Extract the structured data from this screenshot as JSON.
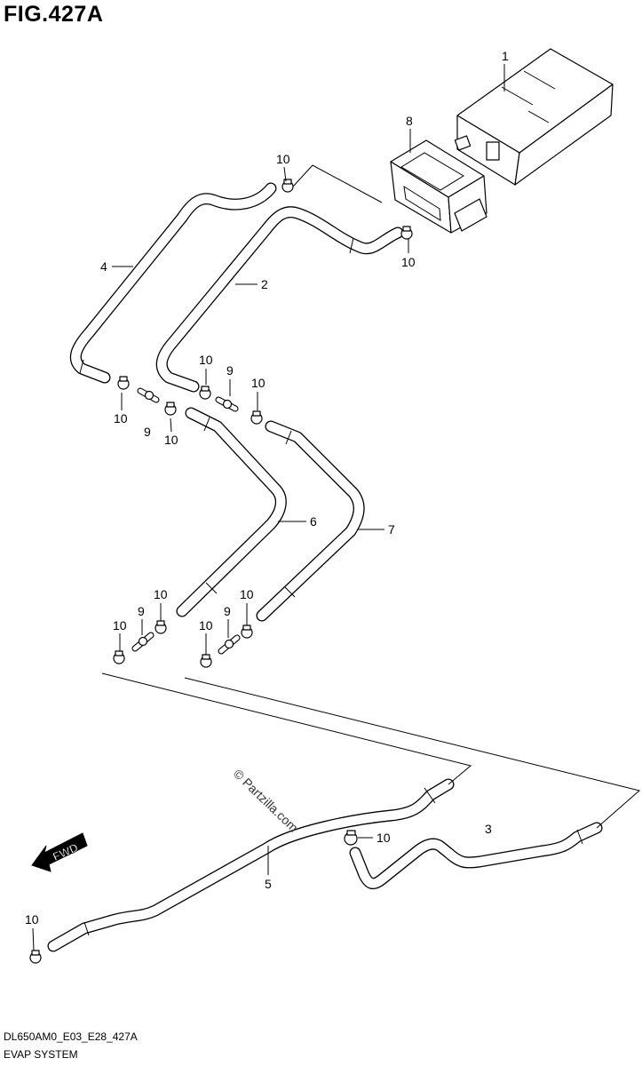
{
  "figure": {
    "title": "FIG.427A",
    "model_code": "DL650AM0_E03_E28_427A",
    "section_name": "EVAP SYSTEM",
    "watermark": "© Partzilla.com",
    "direction_label": "FWD"
  },
  "callouts": {
    "c1": "1",
    "c8": "8",
    "c10_top_a": "10",
    "c10_top_b": "10",
    "c4": "4",
    "c2": "2",
    "c10_mid_a": "10",
    "c9_mid_a": "9",
    "c10_mid_b": "10",
    "c10_mid_c": "10",
    "c9_mid_b": "9",
    "c10_mid_d": "10",
    "c6": "6",
    "c7": "7",
    "c10_low_a": "10",
    "c9_low_a": "9",
    "c10_low_b": "10",
    "c10_low_c": "10",
    "c9_low_b": "9",
    "c10_low_d": "10",
    "c3": "3",
    "c10_bottom_a": "10",
    "c5": "5",
    "c10_bottom_b": "10"
  },
  "colors": {
    "line": "#000000",
    "background": "#ffffff"
  }
}
